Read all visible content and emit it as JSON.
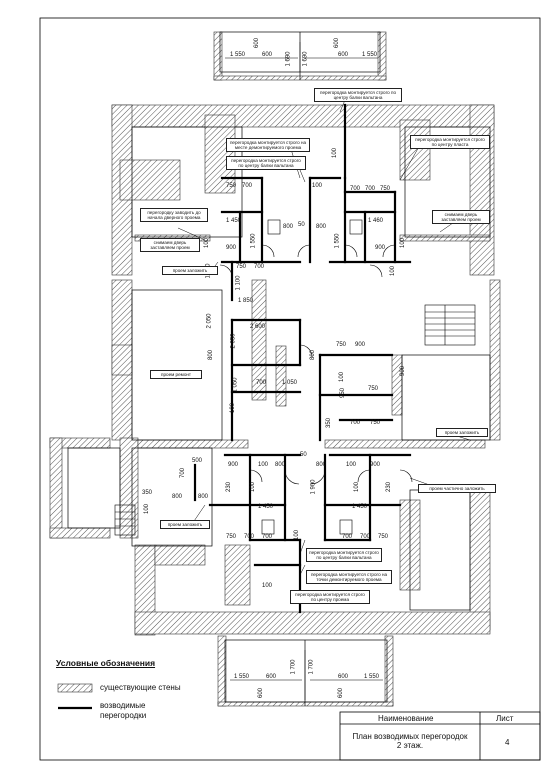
{
  "legend": {
    "title": "Условные обозначения",
    "existing_walls": "существующие стены",
    "new_partitions_1": "возводимые",
    "new_partitions_2": "перегородки"
  },
  "title_block": {
    "name_header": "Наименование",
    "sheet_header": "Лист",
    "title_line1": "План возводимых перегородок",
    "title_line2": "2 этаж.",
    "sheet_number": "4"
  },
  "notes": {
    "top_center": "перегородка монтируется строго по центру балки вальтана",
    "center_top": "перегородка монтируется строго на месте демонтируемого проема",
    "center_beam": "перегородка монтируется строго по центру балки вальтана",
    "right_top": "перегородка монтируется строго по центру пласта",
    "left_door": "перегородку заводить до начала дверного проема",
    "left_close": "снимаем дверь заставляем проем",
    "left_open": "проем заложить",
    "right_close": "снимаем дверь заставляем проем",
    "left_mid": "проем ремонт",
    "right_mid": "проем заложить",
    "right_partial": "проем частично заложить",
    "left_lower": "проем заложить",
    "bottom_beam1": "перегородка монтируется строго по центру балки вальтана",
    "bottom_beam2": "перегородка монтируется строго на точки демонтируемого проема",
    "bottom_beam3": "перегородка монтируется строго по центру проема"
  },
  "dimensions": {
    "d1550": "1 550",
    "d600": "600",
    "d1690": "1 690",
    "d1700": "1 700",
    "d100": "100",
    "d750": "750",
    "d700": "700",
    "d900": "900",
    "d1450": "1 450",
    "d1550b": "1 550",
    "d1460": "1 460",
    "d800": "800",
    "d1850": "1 850",
    "d2600": "2 600",
    "d2050": "2 050",
    "d1050": "1 050",
    "d1900": "1 900",
    "d1100": "1 100",
    "d500": "500",
    "d350": "350",
    "d230": "230",
    "d50": "50",
    "d950": "950"
  }
}
